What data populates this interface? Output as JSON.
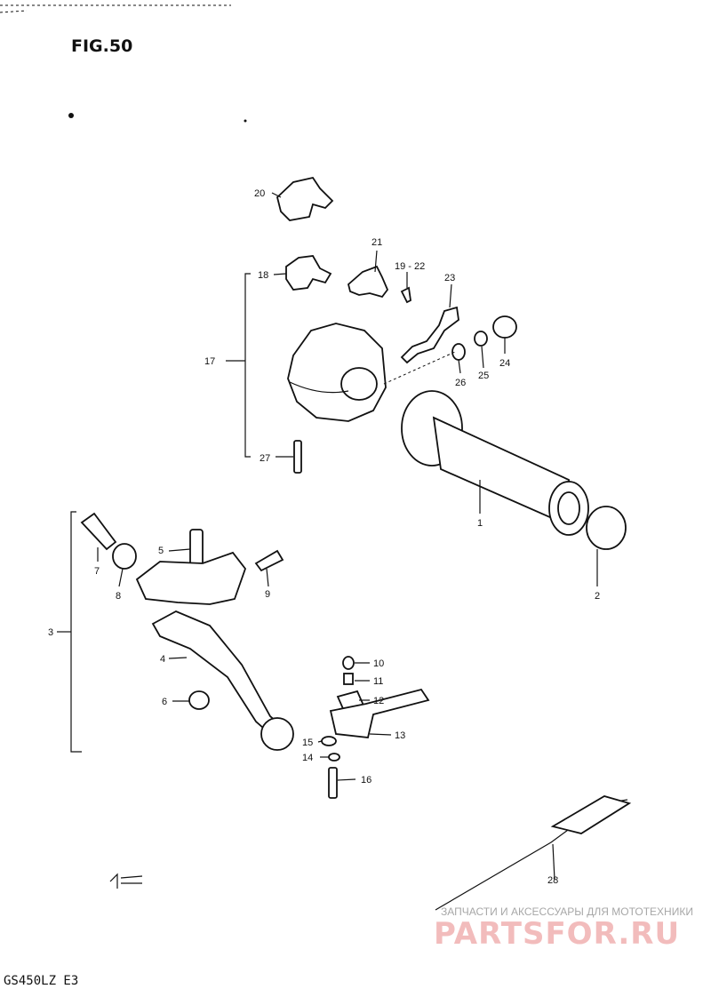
{
  "figure": {
    "title": "FIG.50",
    "model": "GS450LZ  E3"
  },
  "callouts": [
    "1",
    "2",
    "3",
    "4",
    "5",
    "6",
    "7",
    "8",
    "9",
    "10",
    "11",
    "12",
    "13",
    "14",
    "15",
    "16",
    "17",
    "18",
    "19 - 22",
    "20",
    "21",
    "23",
    "24",
    "25",
    "26",
    "27",
    "28"
  ],
  "watermark": {
    "tagline": "ЗАПЧАСТИ И АКСЕССУАРЫ ДЛЯ МОТОТЕХНИКИ",
    "logo": "PARTSFOR.RU",
    "color": "#f2bcbc"
  }
}
